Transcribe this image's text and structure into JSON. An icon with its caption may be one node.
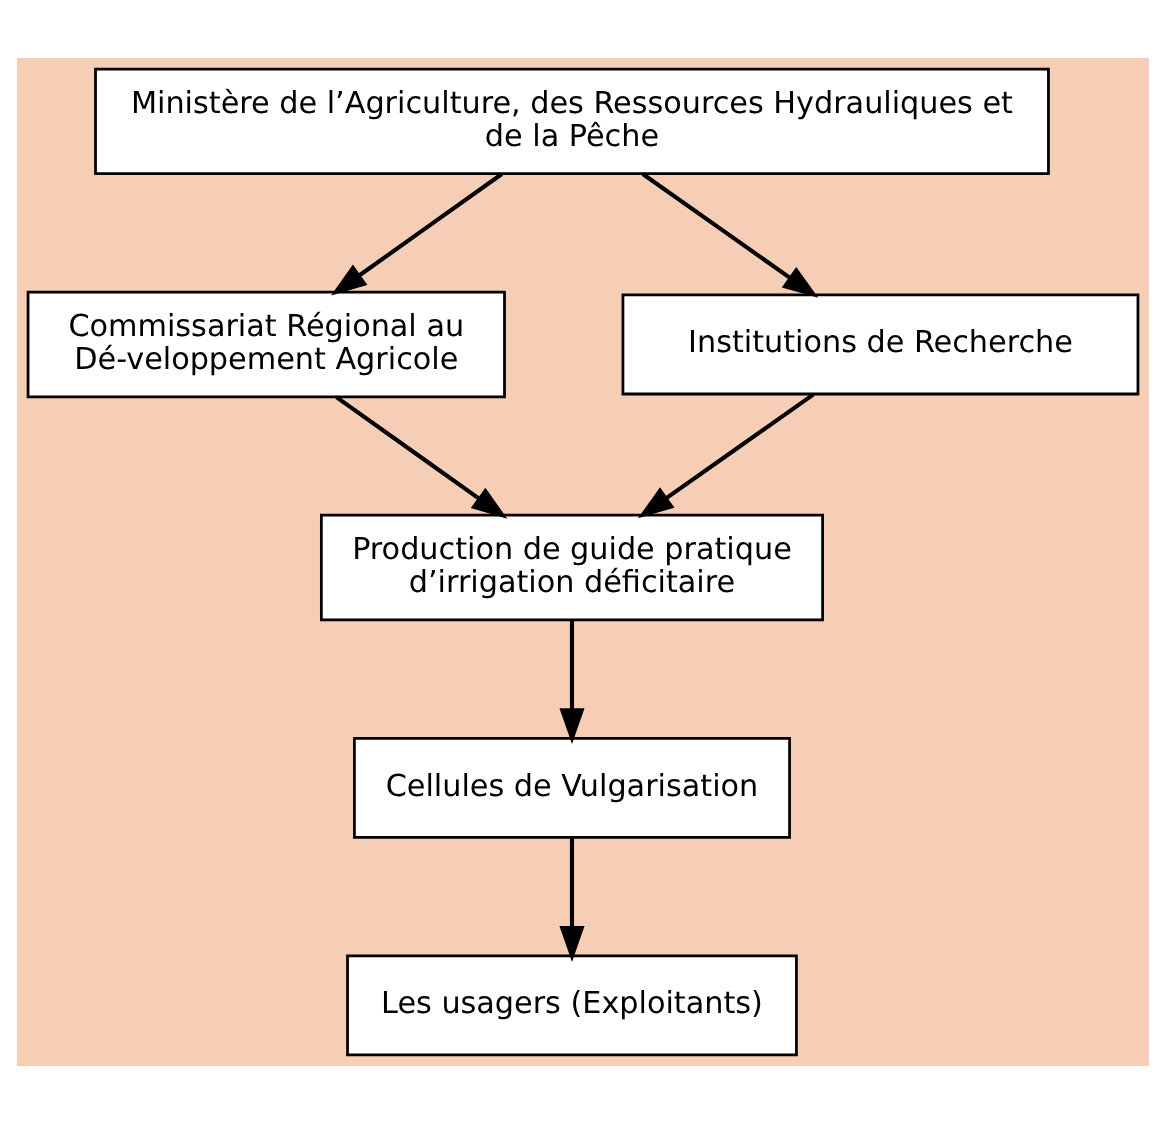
{
  "diagram": {
    "nodes": [
      {
        "text": [
          "Ministère de l’Agriculture, des Ressources Hydrauliques et de la Pêche"
        ]
      },
      {
        "text": [
          "Commissariat Régional au Dé-veloppement Agricole"
        ]
      },
      {
        "text": [
          "Institutions de Recherche"
        ]
      },
      {
        "text": [
          "Production de guide pratique d’irrigation déficitaire"
        ]
      },
      {
        "text": [
          "Cellules de Vulgarisation"
        ]
      },
      {
        "text": [
          "Les usagers (Exploitants)"
        ]
      }
    ],
    "edges": [
      {
        "from": 0,
        "to": 1,
        "arrow": "to"
      },
      {
        "from": 0,
        "to": 2,
        "arrow": "to"
      },
      {
        "from": 1,
        "to": 3,
        "arrow": "to"
      },
      {
        "from": 2,
        "to": 3,
        "arrow": "to"
      },
      {
        "from": 3,
        "to": 4,
        "arrow": "to"
      },
      {
        "from": 4,
        "to": 5,
        "arrow": "to"
      }
    ]
  }
}
